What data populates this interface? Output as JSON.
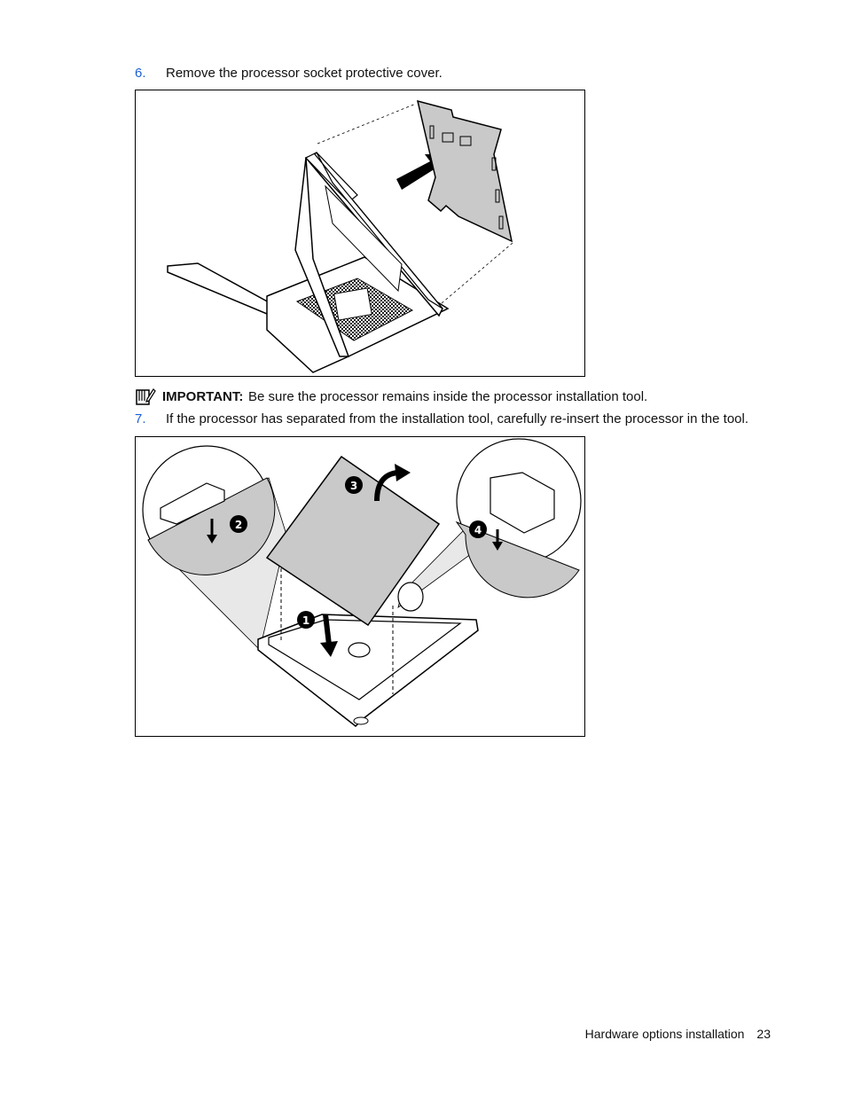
{
  "steps": [
    {
      "number": "6.",
      "text": "Remove the processor socket protective cover."
    },
    {
      "number": "7.",
      "text": "If the processor has separated from the installation tool, carefully re-insert the processor in the tool."
    }
  ],
  "note": {
    "icon": "important-note-icon",
    "label": "IMPORTANT:",
    "text": "Be sure the processor remains inside the processor installation tool."
  },
  "figure2_callouts": [
    "1",
    "2",
    "3",
    "4"
  ],
  "footer": {
    "section": "Hardware options installation",
    "page": "23"
  },
  "colors": {
    "step_number": "#1a5fd6",
    "border": "#000000",
    "fill_gray": "#c9c9c9"
  }
}
